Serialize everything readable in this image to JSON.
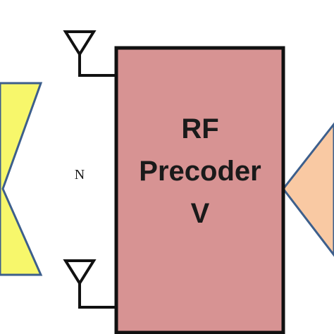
{
  "rf_precoder": {
    "line1": "RF",
    "line2": "Precoder",
    "line3": "V",
    "fill_color": "#d79393",
    "stroke_color": "#111111"
  },
  "antenna_array": {
    "count_label": "N",
    "icon": "antenna-icon"
  },
  "left_block": {
    "fill_color": "#f7f76b",
    "stroke_color": "#3d5f8c"
  },
  "right_block": {
    "fill_color": "#f9c9a3",
    "stroke_color": "#3d5f8c"
  }
}
